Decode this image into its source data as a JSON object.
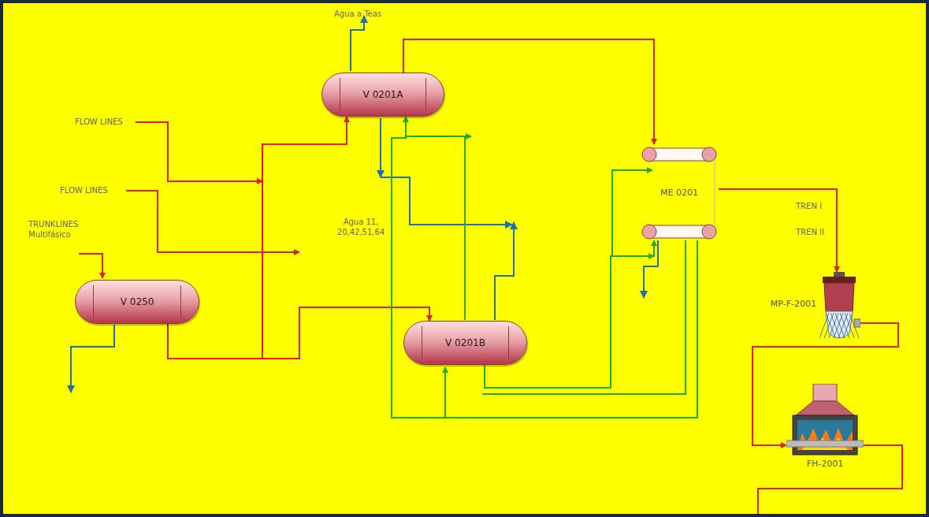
{
  "diagram": {
    "nodes": [
      {
        "text": [
          "V 0201A"
        ]
      },
      {
        "text": [
          "ME 0201"
        ]
      },
      {
        "text": [
          "V 0250"
        ]
      },
      {
        "text": [
          "V 0201B"
        ]
      },
      {
        "text": [
          "MP-F-2001"
        ]
      },
      {
        "text": [
          "FH-2001"
        ]
      }
    ],
    "edges": [
      {
        "from": 2,
        "to": 0,
        "arrow": "to"
      },
      {
        "from": 2,
        "to": 3,
        "arrow": "to"
      },
      {
        "from": 0,
        "to": 1,
        "arrow": "to"
      },
      {
        "from": 3,
        "to": 1,
        "arrow": "to"
      },
      {
        "from": 1,
        "to": 4,
        "arrow": "to"
      },
      {
        "from": 4,
        "to": 5,
        "arrow": "to"
      },
      {
        "from": 1,
        "to": 0,
        "arrow": "to"
      }
    ],
    "labels": [
      "Agua a Teas",
      "FLOW LINES",
      "FLOW LINES",
      "TRUNKLINES Multifásico",
      "Agua 11, 20,42,51,64",
      "TREN I",
      "TREN II"
    ]
  }
}
